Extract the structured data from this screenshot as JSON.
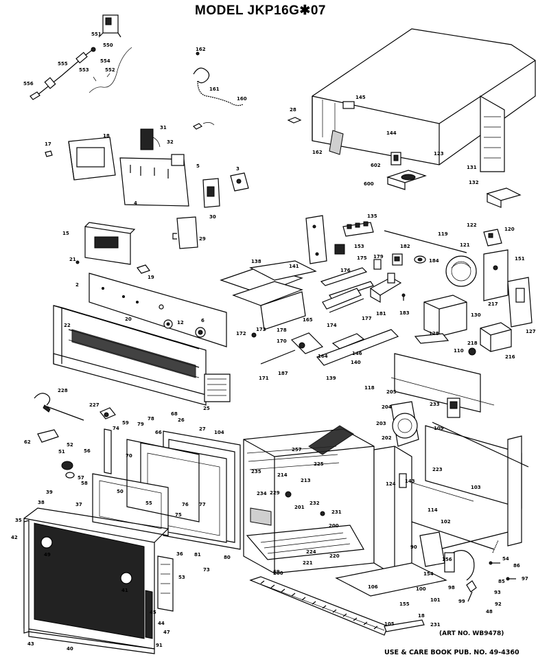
{
  "title": "MODEL  JKP16G✱07",
  "art_no": "(ART NO. WB9478)",
  "publication": "USE & CARE BOOK PUB. NO. 49-4360",
  "part_labels": [
    "551",
    "550",
    "554",
    "553",
    "555",
    "556",
    "552",
    "162",
    "161",
    "160",
    "145",
    "144",
    "28",
    "162",
    "123",
    "131",
    "602",
    "600",
    "132",
    "18",
    "17",
    "31",
    "32",
    "5",
    "3",
    "30",
    "29",
    "4",
    "15",
    "135",
    "153",
    "119",
    "122",
    "120",
    "121",
    "182",
    "184",
    "179",
    "176",
    "175",
    "151",
    "21",
    "19",
    "2",
    "138",
    "141",
    "217",
    "130",
    "216",
    "127",
    "128",
    "110",
    "218",
    "172",
    "173",
    "178",
    "170",
    "171",
    "187",
    "164",
    "165",
    "174",
    "177",
    "181",
    "183",
    "139",
    "140",
    "146",
    "20",
    "12",
    "6",
    "22",
    "228",
    "227",
    "26",
    "27",
    "104",
    "25",
    "118",
    "205",
    "204",
    "233",
    "203",
    "202",
    "109",
    "62",
    "51",
    "52",
    "56",
    "74",
    "59",
    "79",
    "78",
    "68",
    "66",
    "70",
    "257",
    "225",
    "235",
    "214",
    "213",
    "229",
    "201",
    "232",
    "234",
    "231",
    "124",
    "143",
    "223",
    "103",
    "114",
    "102",
    "57",
    "58",
    "39",
    "38",
    "37",
    "50",
    "55",
    "75",
    "76",
    "77",
    "35",
    "42",
    "49",
    "41",
    "36",
    "81",
    "80",
    "73",
    "53",
    "224",
    "221",
    "220",
    "200",
    "90",
    "106",
    "156",
    "154",
    "100",
    "101",
    "98",
    "99",
    "85",
    "54",
    "86",
    "97",
    "93",
    "92",
    "48",
    "45",
    "44",
    "47",
    "43",
    "40",
    "91",
    "105",
    "155",
    "18",
    "231",
    "200",
    "69"
  ]
}
